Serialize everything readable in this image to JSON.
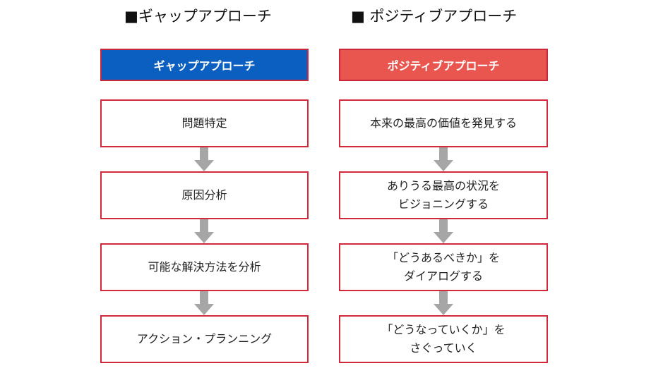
{
  "columns": {
    "left": {
      "title": "■ギャップアプローチ",
      "header": "ギャップアプローチ",
      "header_color": "#0a5fc0",
      "steps": [
        "問題特定",
        "原因分析",
        "可能な解決方法を分析",
        "アクション・プランニング"
      ]
    },
    "right": {
      "title": "■  ポジティブアプローチ",
      "header": "ポジティブアプローチ",
      "header_color": "#e9554f",
      "steps": [
        "本来の最高の価値を発見する",
        "ありうる最高の状況を\nビジョニングする",
        "「どうあるべきか」を\nダイアログする",
        "「どうなっていくか」を\nさぐっていく"
      ]
    }
  },
  "colors": {
    "box_border": "#d3283a",
    "arrow": "#a6a6a6"
  }
}
